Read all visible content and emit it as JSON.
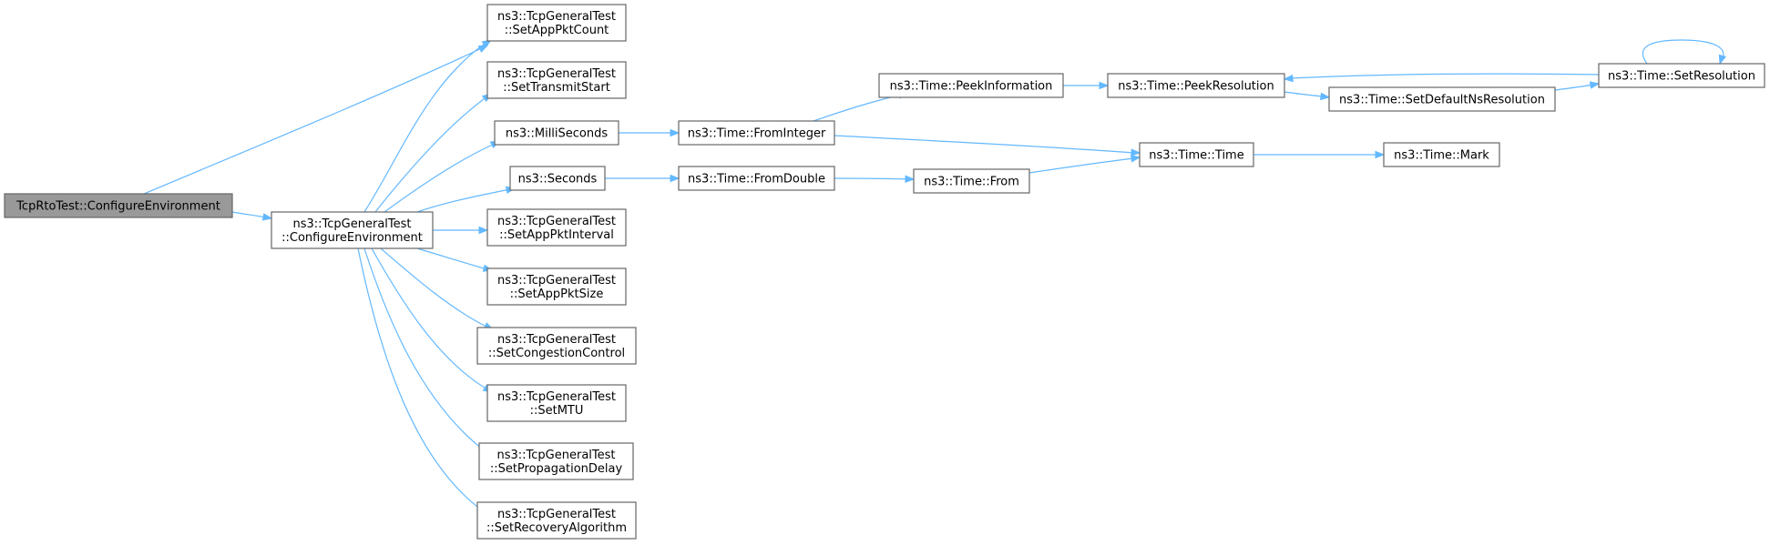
{
  "diagram": {
    "colors": {
      "edge": "#63b8ff",
      "node_border": "#666666",
      "node_fill": "#ffffff",
      "root_fill": "#999999",
      "text": "#000000"
    },
    "nodes": [
      {
        "id": "root",
        "lines": [
          "TcpRtoTest::ConfigureEnvironment"
        ],
        "root": true
      },
      {
        "id": "gt_config",
        "lines": [
          "ns3::TcpGeneralTest",
          "::ConfigureEnvironment"
        ]
      },
      {
        "id": "set_pkt_count",
        "lines": [
          "ns3::TcpGeneralTest",
          "::SetAppPktCount"
        ]
      },
      {
        "id": "set_transmit_start",
        "lines": [
          "ns3::TcpGeneralTest",
          "::SetTransmitStart"
        ]
      },
      {
        "id": "milliseconds",
        "lines": [
          "ns3::MilliSeconds"
        ]
      },
      {
        "id": "seconds",
        "lines": [
          "ns3::Seconds"
        ]
      },
      {
        "id": "set_pkt_interval",
        "lines": [
          "ns3::TcpGeneralTest",
          "::SetAppPktInterval"
        ]
      },
      {
        "id": "set_pkt_size",
        "lines": [
          "ns3::TcpGeneralTest",
          "::SetAppPktSize"
        ]
      },
      {
        "id": "set_congestion",
        "lines": [
          "ns3::TcpGeneralTest",
          "::SetCongestionControl"
        ]
      },
      {
        "id": "set_mtu",
        "lines": [
          "ns3::TcpGeneralTest",
          "::SetMTU"
        ]
      },
      {
        "id": "set_prop_delay",
        "lines": [
          "ns3::TcpGeneralTest",
          "::SetPropagationDelay"
        ]
      },
      {
        "id": "set_recovery",
        "lines": [
          "ns3::TcpGeneralTest",
          "::SetRecoveryAlgorithm"
        ]
      },
      {
        "id": "from_integer",
        "lines": [
          "ns3::Time::FromInteger"
        ]
      },
      {
        "id": "from_double",
        "lines": [
          "ns3::Time::FromDouble"
        ]
      },
      {
        "id": "peek_information",
        "lines": [
          "ns3::Time::PeekInformation"
        ]
      },
      {
        "id": "from",
        "lines": [
          "ns3::Time::From"
        ]
      },
      {
        "id": "peek_resolution",
        "lines": [
          "ns3::Time::PeekResolution"
        ]
      },
      {
        "id": "time_time",
        "lines": [
          "ns3::Time::Time"
        ]
      },
      {
        "id": "set_default_ns",
        "lines": [
          "ns3::Time::SetDefaultNsResolution"
        ]
      },
      {
        "id": "mark",
        "lines": [
          "ns3::Time::Mark"
        ]
      },
      {
        "id": "set_resolution",
        "lines": [
          "ns3::Time::SetResolution"
        ]
      }
    ],
    "edges": [
      {
        "from": "root",
        "to": "set_pkt_count"
      },
      {
        "from": "root",
        "to": "gt_config"
      },
      {
        "from": "gt_config",
        "to": "set_pkt_count"
      },
      {
        "from": "gt_config",
        "to": "set_transmit_start"
      },
      {
        "from": "gt_config",
        "to": "milliseconds"
      },
      {
        "from": "gt_config",
        "to": "seconds"
      },
      {
        "from": "gt_config",
        "to": "set_pkt_interval"
      },
      {
        "from": "gt_config",
        "to": "set_pkt_size"
      },
      {
        "from": "gt_config",
        "to": "set_congestion"
      },
      {
        "from": "gt_config",
        "to": "set_mtu"
      },
      {
        "from": "gt_config",
        "to": "set_prop_delay"
      },
      {
        "from": "gt_config",
        "to": "set_recovery"
      },
      {
        "from": "milliseconds",
        "to": "from_integer"
      },
      {
        "from": "seconds",
        "to": "from_double"
      },
      {
        "from": "from_integer",
        "to": "peek_information"
      },
      {
        "from": "from_integer",
        "to": "time_time"
      },
      {
        "from": "from_double",
        "to": "from"
      },
      {
        "from": "from",
        "to": "time_time"
      },
      {
        "from": "peek_information",
        "to": "peek_resolution"
      },
      {
        "from": "peek_resolution",
        "to": "set_default_ns"
      },
      {
        "from": "set_default_ns",
        "to": "set_resolution"
      },
      {
        "from": "set_resolution",
        "to": "peek_resolution"
      },
      {
        "from": "set_resolution",
        "to": "set_resolution"
      },
      {
        "from": "time_time",
        "to": "mark"
      }
    ]
  }
}
